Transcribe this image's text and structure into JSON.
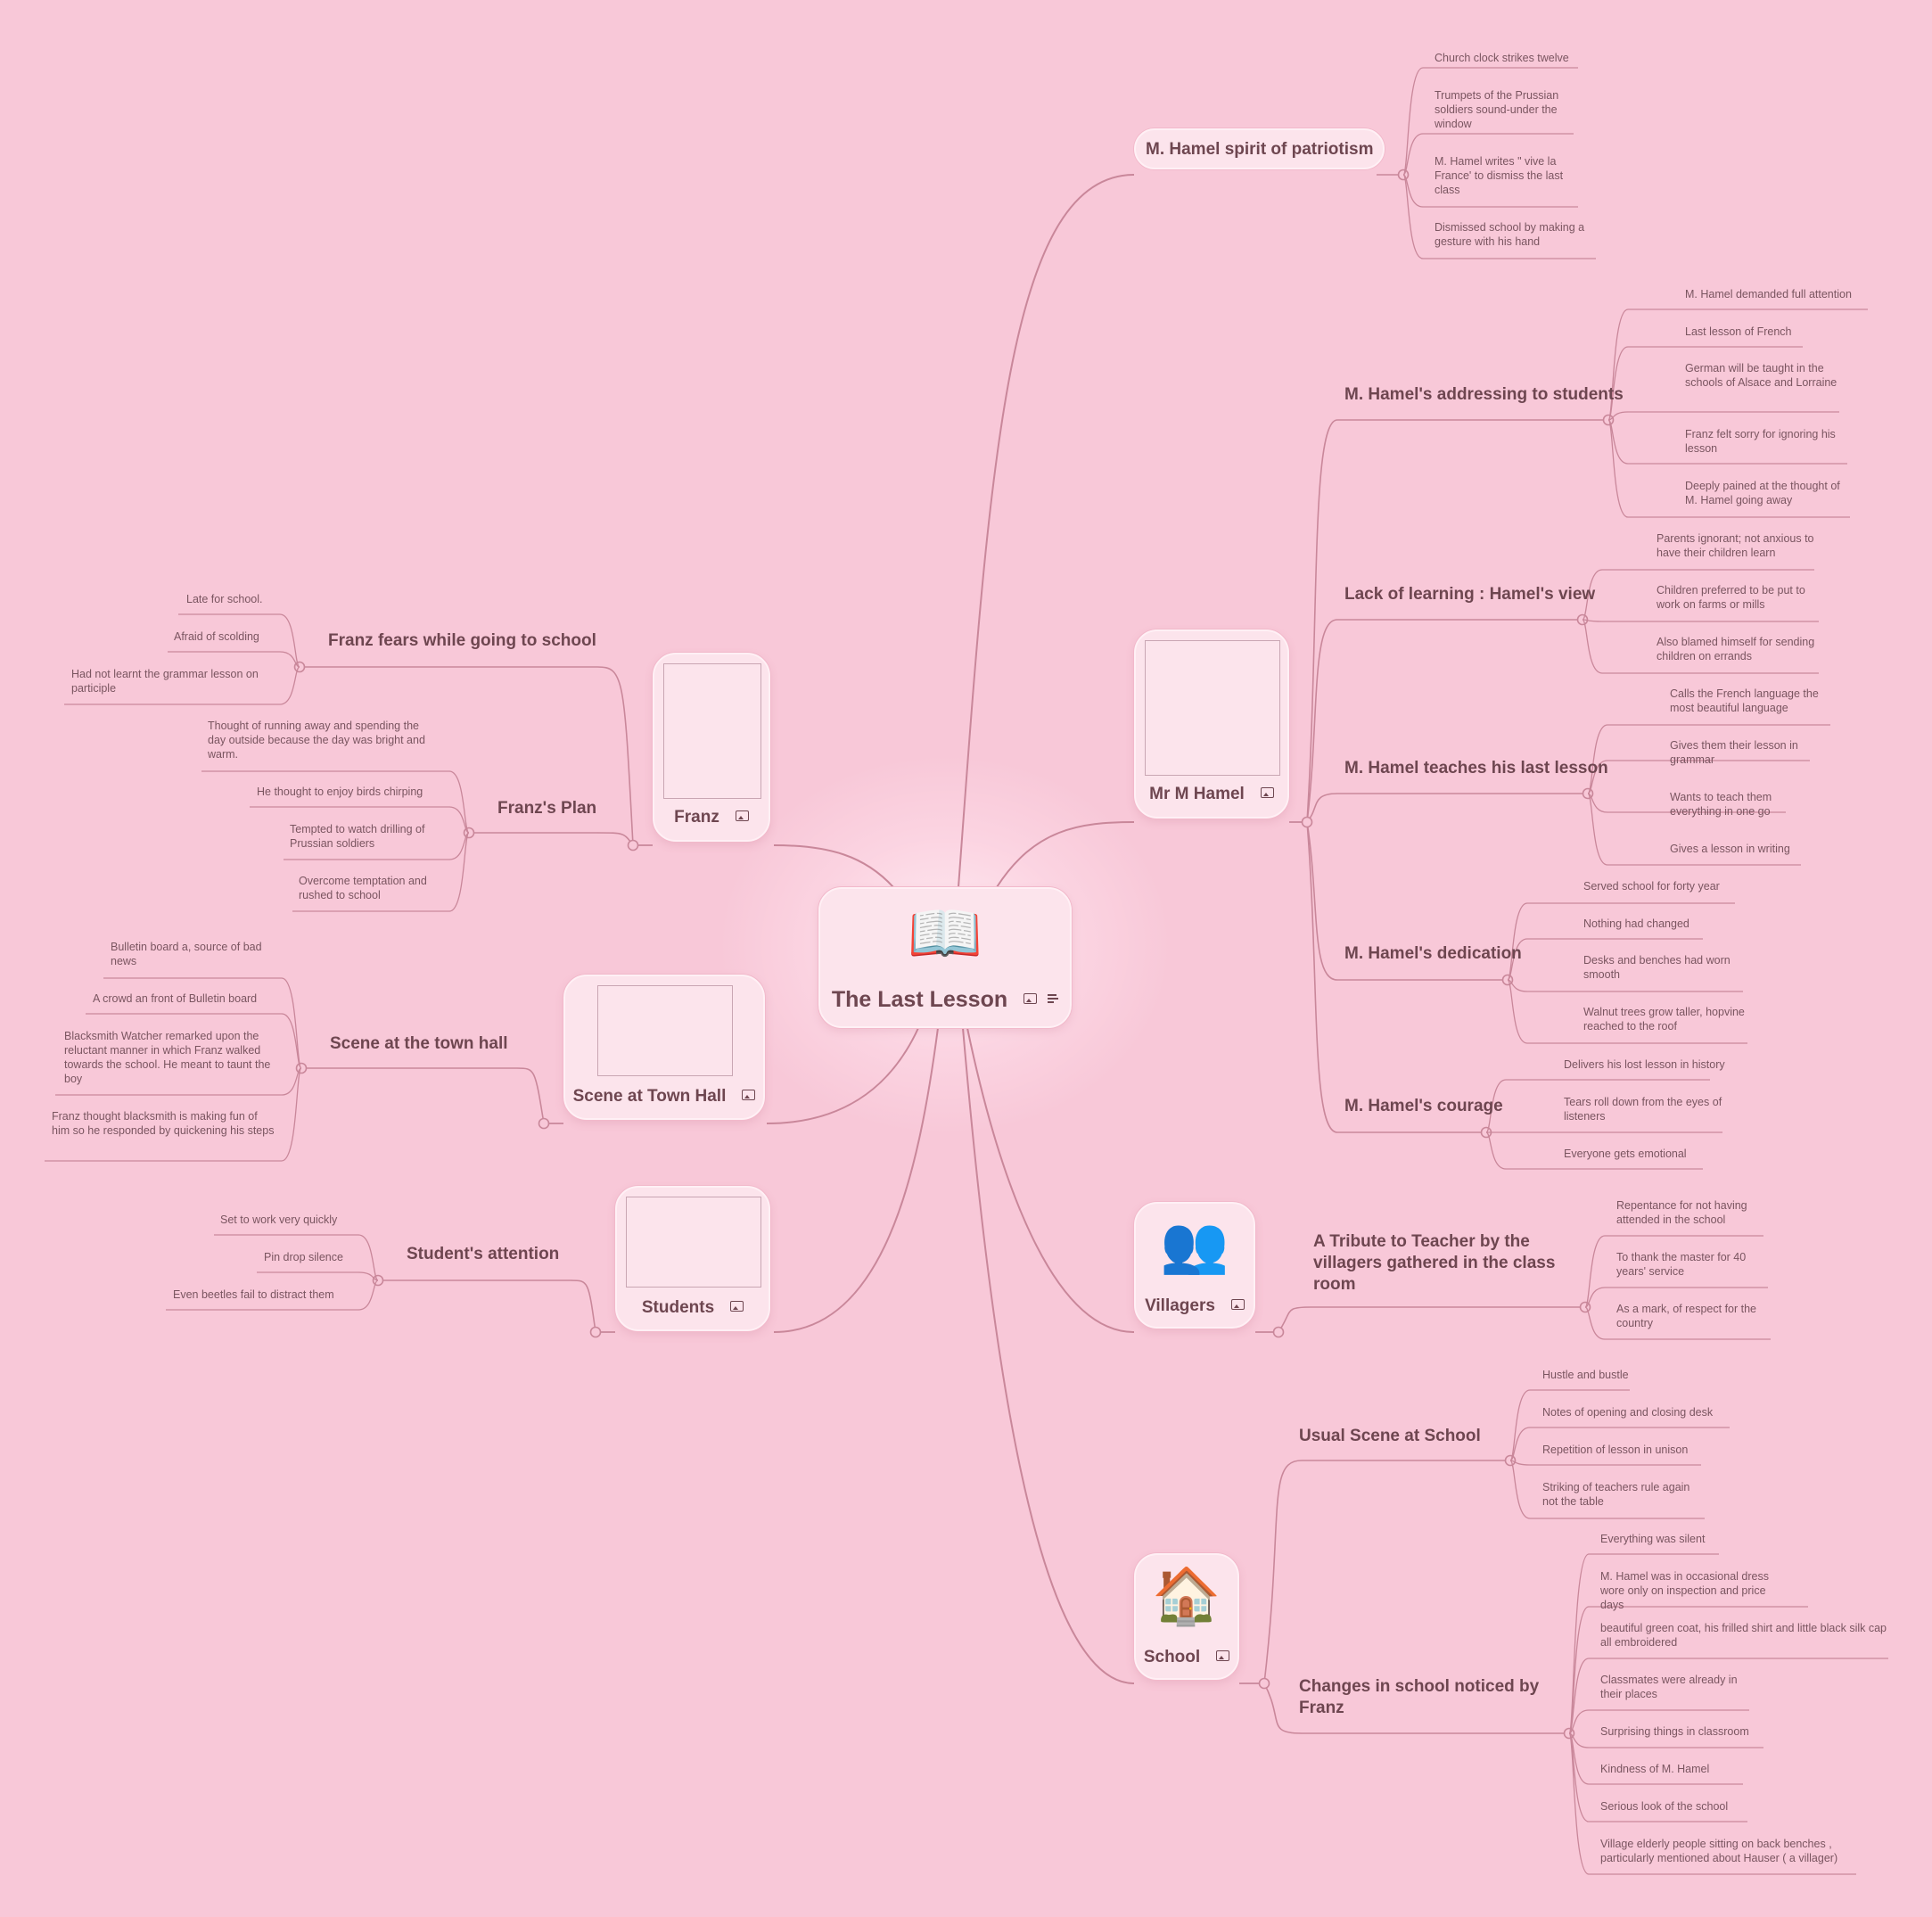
{
  "root": {
    "title": "The Last Lesson",
    "icon": "open-book-icon"
  },
  "patriotism": {
    "title": "M. Hamel spirit of patriotism",
    "items": [
      "Church clock strikes twelve",
      "Trumpets of the Prussian soldiers sound-under the window",
      "M. Hamel writes \" vive la France' to dismiss the last class",
      "Dismissed school by making a gesture with his hand"
    ]
  },
  "hamel": {
    "title": "Mr M Hamel",
    "branches": [
      {
        "title": "M. Hamel's addressing to students",
        "items": [
          "M. Hamel demanded full attention",
          "Last lesson of French",
          "German will be taught in the schools of Alsace and Lorraine",
          "Franz felt sorry for ignoring his lesson",
          "Deeply pained at the thought of M. Hamel going away"
        ]
      },
      {
        "title": "Lack of learning : Hamel's view",
        "items": [
          "Parents ignorant; not anxious to have their children learn",
          "Children preferred to be put to work on farms or mills",
          "Also blamed himself for sending children on errands"
        ]
      },
      {
        "title": "M. Hamel teaches his last lesson",
        "items": [
          "Calls the French language the most beautiful language",
          "Gives them their lesson in grammar",
          "Wants to teach them everything in one go",
          "Gives a lesson in writing"
        ]
      },
      {
        "title": "M. Hamel's dedication",
        "items": [
          "Served school for forty year",
          "Nothing had changed",
          "Desks and benches had worn smooth",
          "Walnut trees grow taller, hopvine reached to the roof"
        ]
      },
      {
        "title": "M. Hamel's courage",
        "items": [
          "Delivers his lost lesson in history",
          "Tears roll down from the eyes of listeners",
          "Everyone gets emotional"
        ]
      }
    ]
  },
  "villagers": {
    "title": "Villagers",
    "icon": "villagers-people-icon",
    "branch": {
      "title": "A Tribute to Teacher by the villagers gathered in the class room",
      "items": [
        "Repentance for not having attended in the school",
        "To thank the master for 40 years' service",
        "As a mark, of respect for the country"
      ]
    }
  },
  "school": {
    "title": "School",
    "icon": "school-house-icon",
    "branches": [
      {
        "title": "Usual Scene at School",
        "items": [
          "Hustle and bustle",
          "Notes of opening and closing desk",
          "Repetition of lesson in unison",
          "Striking of teachers rule again not the table"
        ]
      },
      {
        "title": "Changes in school noticed by Franz",
        "items": [
          "Everything was silent",
          "M. Hamel was in occasional dress wore only on inspection and price days",
          "beautiful green coat, his frilled shirt and little black silk cap all embroidered",
          "Classmates were already in their places",
          "Surprising things in classroom",
          "Kindness of M. Hamel",
          "Serious look of the school",
          "Village elderly people sitting on back benches , particularly mentioned about Hauser ( a villager)"
        ]
      }
    ]
  },
  "franz": {
    "title": "Franz",
    "branches": [
      {
        "title": "Franz fears while going to school",
        "items": [
          "Late for school.",
          "Afraid of scolding",
          "Had not learnt the grammar lesson on participle"
        ]
      },
      {
        "title": "Franz's Plan",
        "items": [
          "Thought of running away and spending the day outside because the day was bright and warm.",
          "He thought to enjoy birds chirping",
          "Tempted to watch drilling of Prussian soldiers",
          "Overcome temptation and rushed to school"
        ]
      }
    ]
  },
  "townhall": {
    "title": "Scene at Town Hall",
    "branch": {
      "title": "Scene at the town hall",
      "items": [
        "Bulletin board a, source of bad news",
        "A crowd an front of Bulletin board",
        "Blacksmith Watcher remarked upon the reluctant manner in which Franz walked towards the school. He meant to taunt the boy",
        "Franz thought blacksmith is making fun of him so he responded by quickening his steps"
      ]
    }
  },
  "students": {
    "title": "Students",
    "branch": {
      "title": "Student's attention",
      "items": [
        "Set to work very quickly",
        "Pin drop silence",
        "Even beetles fail to distract them"
      ]
    }
  }
}
